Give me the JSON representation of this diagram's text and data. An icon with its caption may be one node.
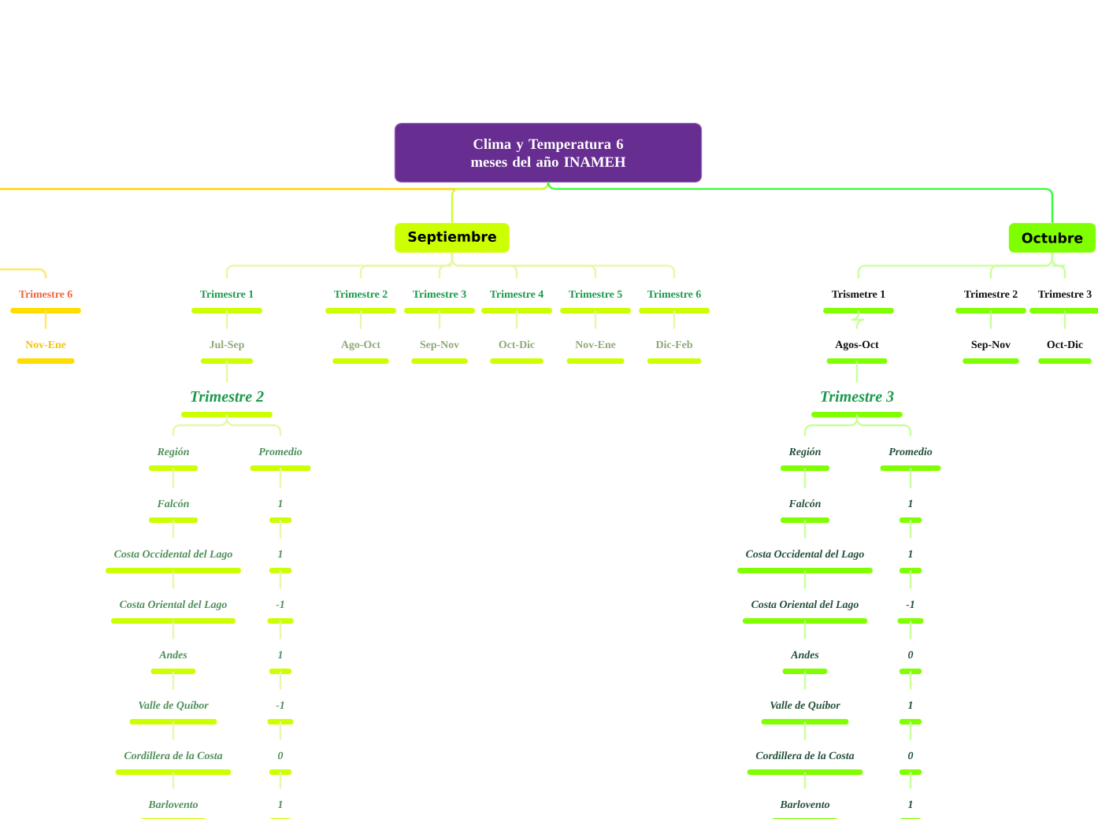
{
  "diagram": {
    "nodes": [
      {
        "text": [
          "Clima y Temperatura 6 meses del año INAMEH"
        ]
      },
      {
        "text": [
          "Septiembre"
        ]
      },
      {
        "text": [
          "Octubre"
        ]
      },
      {
        "text": [
          "Trimestre 6"
        ]
      },
      {
        "text": [
          "Nov-Ene"
        ]
      },
      {
        "text": [
          "Trimestre 1"
        ]
      },
      {
        "text": [
          "Jul-Sep"
        ]
      },
      {
        "text": [
          "Trimestre 2"
        ]
      },
      {
        "text": [
          "Región"
        ]
      },
      {
        "text": [
          "Promedio"
        ]
      },
      {
        "text": [
          "Falcón"
        ]
      },
      {
        "text": [
          "Costa Occidental del Lago"
        ]
      },
      {
        "text": [
          "Costa Oriental del Lago"
        ]
      },
      {
        "text": [
          "Andes"
        ]
      },
      {
        "text": [
          "Valle de Quíbor"
        ]
      },
      {
        "text": [
          "Cordillera de la Costa"
        ]
      },
      {
        "text": [
          "Barlovento"
        ]
      },
      {
        "text": [
          "1"
        ]
      },
      {
        "text": [
          "1"
        ]
      },
      {
        "text": [
          "-1"
        ]
      },
      {
        "text": [
          "1"
        ]
      },
      {
        "text": [
          "-1"
        ]
      },
      {
        "text": [
          "0"
        ]
      },
      {
        "text": [
          "1"
        ]
      },
      {
        "text": [
          "Trimestre 2"
        ]
      },
      {
        "text": [
          "Ago-Oct"
        ]
      },
      {
        "text": [
          "Trimestre 3"
        ]
      },
      {
        "text": [
          "Sep-Nov"
        ]
      },
      {
        "text": [
          "Trimestre 4"
        ]
      },
      {
        "text": [
          "Oct-Dic"
        ]
      },
      {
        "text": [
          "Trimestre 5"
        ]
      },
      {
        "text": [
          "Nov-Ene"
        ]
      },
      {
        "text": [
          "Trimestre 6"
        ]
      },
      {
        "text": [
          "Dic-Feb"
        ]
      },
      {
        "text": [
          "Trismetre 1"
        ]
      },
      {
        "text": [
          "Agos-Oct"
        ]
      },
      {
        "text": [
          "Trimestre 3"
        ]
      },
      {
        "text": [
          "Región"
        ]
      },
      {
        "text": [
          "Promedio"
        ]
      },
      {
        "text": [
          "Falcón"
        ]
      },
      {
        "text": [
          "Costa Occidental del Lago"
        ]
      },
      {
        "text": [
          "Costa Oriental del Lago"
        ]
      },
      {
        "text": [
          "Andes"
        ]
      },
      {
        "text": [
          "Valle de Quíbor"
        ]
      },
      {
        "text": [
          "Cordillera de la Costa"
        ]
      },
      {
        "text": [
          "Barlovento"
        ]
      },
      {
        "text": [
          "1"
        ]
      },
      {
        "text": [
          "1"
        ]
      },
      {
        "text": [
          "-1"
        ]
      },
      {
        "text": [
          "0"
        ]
      },
      {
        "text": [
          "1"
        ]
      },
      {
        "text": [
          "0"
        ]
      },
      {
        "text": [
          "1"
        ]
      },
      {
        "text": [
          "Trimestre 2"
        ]
      },
      {
        "text": [
          "Sep-Nov"
        ]
      },
      {
        "text": [
          "Trimestre 3"
        ]
      },
      {
        "text": [
          "Oct-Dic"
        ]
      }
    ],
    "edges": [
      {
        "from": 0,
        "to": null,
        "arrow": "none",
        "color": "#ffd400"
      },
      {
        "from": 0,
        "to": 1,
        "arrow": "none",
        "color": "#ccff33"
      },
      {
        "from": 0,
        "to": 2,
        "arrow": "none",
        "color": "#33ff33"
      },
      {
        "from": null,
        "to": 3,
        "arrow": "none",
        "color": "#ffe866"
      },
      {
        "from": 3,
        "to": 4,
        "arrow": "none",
        "color": "#ffe866"
      },
      {
        "from": 1,
        "to": 5,
        "arrow": "none"
      },
      {
        "from": 1,
        "to": 24,
        "arrow": "none"
      },
      {
        "from": 1,
        "to": 26,
        "arrow": "none"
      },
      {
        "from": 1,
        "to": 28,
        "arrow": "none"
      },
      {
        "from": 1,
        "to": 30,
        "arrow": "none"
      },
      {
        "from": 1,
        "to": 32,
        "arrow": "none"
      },
      {
        "from": 5,
        "to": 6,
        "arrow": "none"
      },
      {
        "from": 6,
        "to": 7,
        "arrow": "none"
      },
      {
        "from": 7,
        "to": 8,
        "arrow": "none"
      },
      {
        "from": 7,
        "to": 9,
        "arrow": "none"
      },
      {
        "from": 8,
        "to": 10,
        "arrow": "none"
      },
      {
        "from": 10,
        "to": 11,
        "arrow": "none"
      },
      {
        "from": 11,
        "to": 12,
        "arrow": "none"
      },
      {
        "from": 12,
        "to": 13,
        "arrow": "none"
      },
      {
        "from": 13,
        "to": 14,
        "arrow": "none"
      },
      {
        "from": 14,
        "to": 15,
        "arrow": "none"
      },
      {
        "from": 15,
        "to": 16,
        "arrow": "none"
      },
      {
        "from": 9,
        "to": 17,
        "arrow": "none"
      },
      {
        "from": 17,
        "to": 18,
        "arrow": "none"
      },
      {
        "from": 18,
        "to": 19,
        "arrow": "none"
      },
      {
        "from": 19,
        "to": 20,
        "arrow": "none"
      },
      {
        "from": 20,
        "to": 21,
        "arrow": "none"
      },
      {
        "from": 21,
        "to": 22,
        "arrow": "none"
      },
      {
        "from": 22,
        "to": 23,
        "arrow": "none"
      },
      {
        "from": 24,
        "to": 25,
        "arrow": "none"
      },
      {
        "from": 26,
        "to": 27,
        "arrow": "none"
      },
      {
        "from": 28,
        "to": 29,
        "arrow": "none"
      },
      {
        "from": 30,
        "to": 31,
        "arrow": "none"
      },
      {
        "from": 32,
        "to": 33,
        "arrow": "none"
      },
      {
        "from": 2,
        "to": 34,
        "arrow": "none",
        "color": "#c8ff9a"
      },
      {
        "from": 2,
        "to": 53,
        "arrow": "none",
        "color": "#c8ff9a"
      },
      {
        "from": 2,
        "to": 55,
        "arrow": "none",
        "color": "#c8ff9a"
      },
      {
        "from": 34,
        "to": 35,
        "arrow": "none",
        "color": "#c8ff9a"
      },
      {
        "from": 35,
        "to": 36,
        "arrow": "none",
        "color": "#c8ff9a"
      },
      {
        "from": 36,
        "to": 37,
        "arrow": "none",
        "color": "#c8ff9a"
      },
      {
        "from": 36,
        "to": 38,
        "arrow": "none",
        "color": "#c8ff9a"
      },
      {
        "from": 37,
        "to": 39,
        "arrow": "none",
        "color": "#c8ff9a"
      },
      {
        "from": 39,
        "to": 40,
        "arrow": "none",
        "color": "#c8ff9a"
      },
      {
        "from": 40,
        "to": 41,
        "arrow": "none",
        "color": "#c8ff9a"
      },
      {
        "from": 41,
        "to": 42,
        "arrow": "none",
        "color": "#c8ff9a"
      },
      {
        "from": 42,
        "to": 43,
        "arrow": "none",
        "color": "#c8ff9a"
      },
      {
        "from": 43,
        "to": 44,
        "arrow": "none",
        "color": "#c8ff9a"
      },
      {
        "from": 44,
        "to": 45,
        "arrow": "none",
        "color": "#c8ff9a"
      },
      {
        "from": 38,
        "to": 46,
        "arrow": "none",
        "color": "#c8ff9a"
      },
      {
        "from": 46,
        "to": 47,
        "arrow": "none",
        "color": "#c8ff9a"
      },
      {
        "from": 47,
        "to": 48,
        "arrow": "none",
        "color": "#c8ff9a"
      },
      {
        "from": 48,
        "to": 49,
        "arrow": "none",
        "color": "#c8ff9a"
      },
      {
        "from": 49,
        "to": 50,
        "arrow": "none",
        "color": "#c8ff9a"
      },
      {
        "from": 50,
        "to": 51,
        "arrow": "none",
        "color": "#c8ff9a"
      },
      {
        "from": 51,
        "to": 52,
        "arrow": "none",
        "color": "#c8ff9a"
      },
      {
        "from": 53,
        "to": 54,
        "arrow": "none",
        "color": "#c8ff9a"
      },
      {
        "from": 55,
        "to": 56,
        "arrow": "none",
        "color": "#c8ff9a"
      }
    ]
  }
}
